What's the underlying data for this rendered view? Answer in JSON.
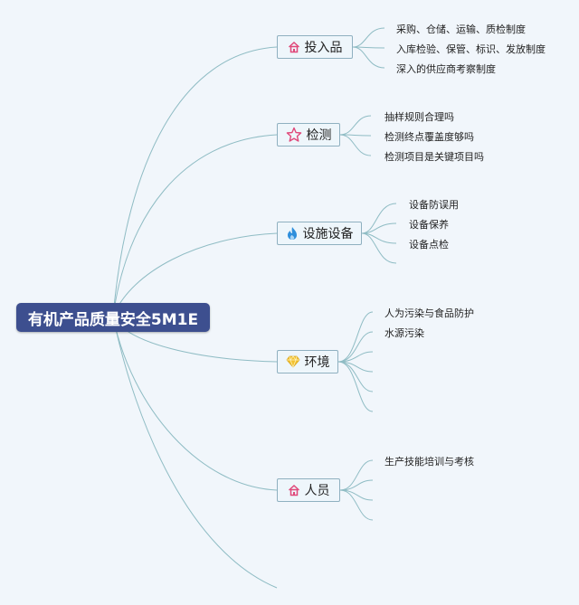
{
  "root": {
    "label": "有机产品质量安全5M1E"
  },
  "branches": [
    {
      "label": "投入品",
      "icon": "house-icon",
      "leaves": [
        "采购、仓储、运输、质检制度",
        "入库检验、保管、标识、发放制度",
        "深入的供应商考察制度"
      ]
    },
    {
      "label": "检测",
      "icon": "star-icon",
      "leaves": [
        "抽样规则合理吗",
        "检测终点覆盖度够吗",
        "检测项目是关键项目吗"
      ]
    },
    {
      "label": "设施设备",
      "icon": "flame-icon",
      "leaves": [
        "设备防误用",
        "设备保养",
        "设备点检",
        ""
      ]
    },
    {
      "label": "环境",
      "icon": "gem-icon",
      "leaves": [
        "人为污染与食品防护",
        "水源污染",
        "",
        "",
        "",
        ""
      ]
    },
    {
      "label": "人员",
      "icon": "house-icon",
      "leaves": [
        "生产技能培训与考核",
        "",
        ""
      ]
    }
  ],
  "colors": {
    "root_bg": "#3d4f8f",
    "line": "#8fbcc4",
    "background": "#f1f6fb",
    "house_icon": "#e0487a",
    "star_icon": "#e0487a",
    "flame_icon": "#2f8fdc",
    "gem_icon": "#f2c230"
  }
}
